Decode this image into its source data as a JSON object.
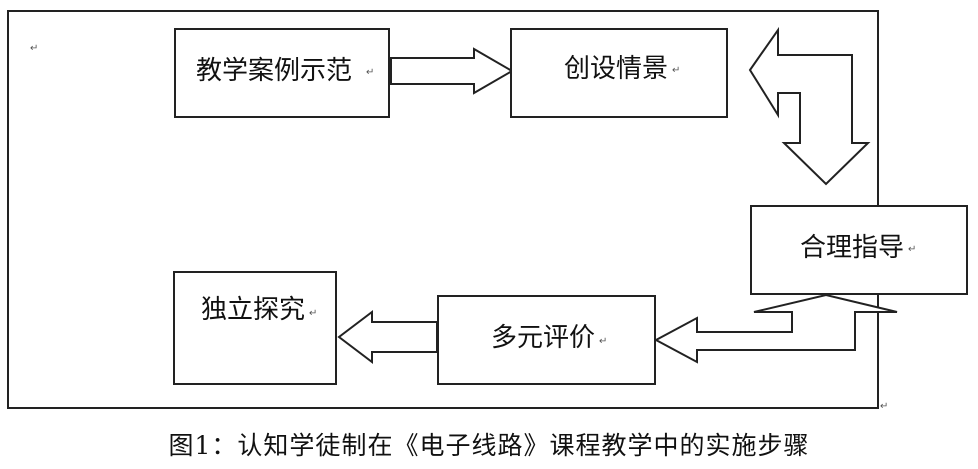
{
  "diagram": {
    "steps": {
      "case_demo": "教学案例示范",
      "create_scenario": "创设情景",
      "reasonable_guidance": "合理指导",
      "diverse_evaluation": "多元评价",
      "independent_inquiry": "独立探究"
    },
    "paragraph_mark": "↵"
  },
  "caption": "图1：认知学徒制在《电子线路》课程教学中的实施步骤"
}
